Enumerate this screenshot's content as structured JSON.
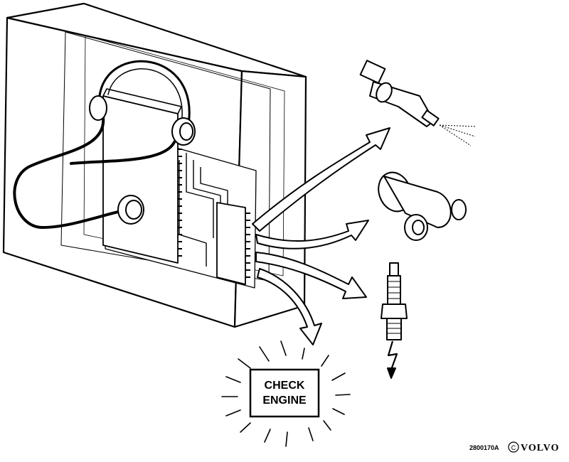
{
  "warning_lamp": {
    "line1": "CHECK",
    "line2": "ENGINE"
  },
  "footer": {
    "figure_code": "2800170A",
    "copyright_symbol": "©",
    "brand": "VOLVO"
  },
  "components": {
    "control_module": "control-module",
    "injector": "fuel-injector-icon",
    "idle_valve": "idle-air-valve-icon",
    "spark_plug": "spark-plug-icon",
    "lamp": "check-engine-lamp-icon"
  },
  "colors": {
    "ink": "#000000",
    "paper": "#ffffff"
  }
}
